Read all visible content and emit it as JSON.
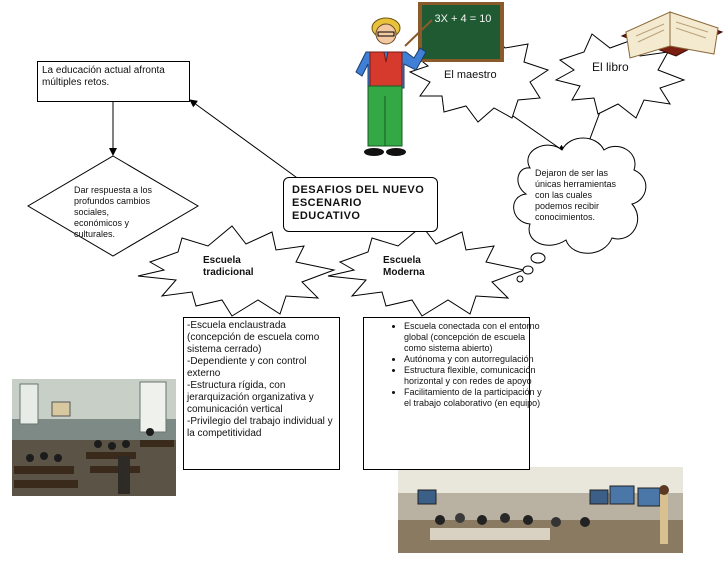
{
  "intro": {
    "text": "La educación actual afronta múltiples retos."
  },
  "diamond": {
    "text": "Dar respuesta a los profundos cambios sociales, económicos y culturales."
  },
  "center": {
    "title": "DESAFIOS DEL NUEVO ESCENARIO EDUCATIVO"
  },
  "chalkboard": {
    "equation": "3X + 4 = 10"
  },
  "maestro": {
    "label": "El maestro"
  },
  "libro": {
    "label": "El libro"
  },
  "cloud": {
    "text": "Dejaron de ser las únicas herramientas con las cuales podemos recibir conocimientos."
  },
  "tradicional": {
    "label": "Escuela tradicional",
    "items": [
      "-Escuela enclaustrada (concepción de escuela como sistema cerrado)",
      "-Dependiente y con control externo",
      "-Estructura rígida, con jerarquización organizativa y comunicación vertical",
      "-Privilegio del trabajo individual y la competitividad"
    ]
  },
  "moderna": {
    "label": "Escuela Moderna",
    "items": [
      "Escuela conectada con el entorno global (concepción de escuela como sistema abierto)",
      "Autónoma y con autorregulación",
      "Estructura flexible, comunicación horizontal y con redes de apoyo",
      "Facilitamiento de la participación y el trabajo colaborativo (en equipo)"
    ]
  },
  "colors": {
    "chalkboard": "#1f5a33",
    "frame": "#8a5a2b",
    "vest": "#d63a2c",
    "pants": "#33a845",
    "shirt": "#3f7fd6",
    "hair": "#e8c23a"
  }
}
